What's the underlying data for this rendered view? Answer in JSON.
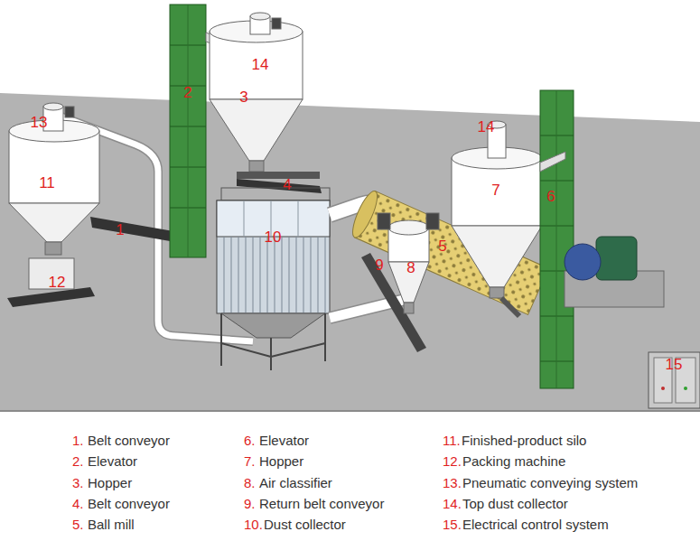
{
  "diagram": {
    "labels": [
      "13",
      "11",
      "12",
      "1",
      "2",
      "14",
      "3",
      "4",
      "10",
      "9",
      "8",
      "5",
      "14",
      "7",
      "6",
      "15",
      "1.",
      "Belt conveyor",
      "2.",
      "Elevator",
      "3.",
      "Hopper",
      "4.",
      "Belt conveyor",
      "5.",
      "Ball mill",
      "6.",
      "Elevator",
      "7.",
      "Hopper",
      "8.",
      "Air classifier",
      "9.",
      "Return belt conveyor",
      "10.",
      "Dust collector",
      "11.",
      "Finished-product silo",
      "12.",
      "Packing machine",
      "13.",
      "Pneumatic conveying system",
      "14.",
      "Top dust collector",
      "15.",
      "Electrical control system"
    ]
  }
}
